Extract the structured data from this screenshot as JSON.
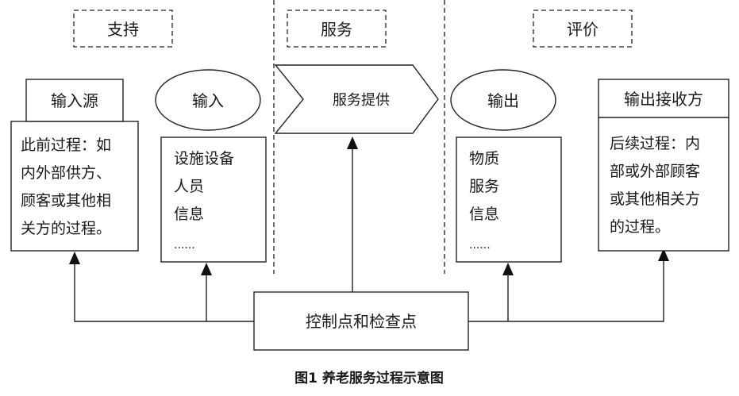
{
  "sections": {
    "support": "支持",
    "service": "服务",
    "evaluation": "评价"
  },
  "nodes": {
    "input_source": {
      "title": "输入源",
      "lines": [
        "此前过程：如",
        "内外部供方、",
        "顾客或其他相",
        "关方的过程。"
      ]
    },
    "input": {
      "title": "输入",
      "lines": [
        "设施设备",
        "人员",
        "信息",
        "......"
      ]
    },
    "service_provision": {
      "title": "服务提供"
    },
    "output": {
      "title": "输出",
      "lines": [
        "物质",
        "服务",
        "信息",
        "......"
      ]
    },
    "output_receiver": {
      "title": "输出接收方",
      "lines": [
        "后续过程：内",
        "部或外部顾客",
        "或其他相关方",
        "的过程。"
      ]
    },
    "control": {
      "title": "控制点和检查点"
    }
  },
  "caption": "图1 养老服务过程示意图"
}
